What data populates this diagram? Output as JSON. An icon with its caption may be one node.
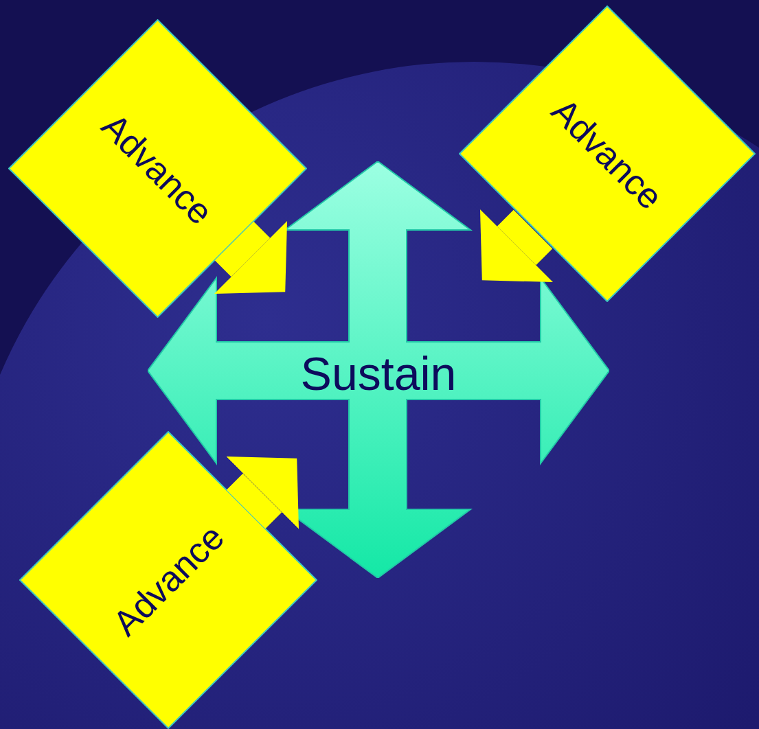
{
  "diagram": {
    "nodes": [
      {
        "text": [
          "Advance"
        ]
      },
      {
        "text": [
          "Advance"
        ]
      },
      {
        "text": [
          "Sustain"
        ]
      },
      {
        "text": [
          "Advance"
        ]
      }
    ],
    "edges": [
      {
        "from": 0,
        "to": 2,
        "arrow": "to",
        "color": "#ffff00"
      },
      {
        "from": 1,
        "to": 2,
        "arrow": "to",
        "color": "#ffff00"
      },
      {
        "from": 3,
        "to": 2,
        "arrow": "to",
        "color": "#ffff00"
      }
    ]
  }
}
